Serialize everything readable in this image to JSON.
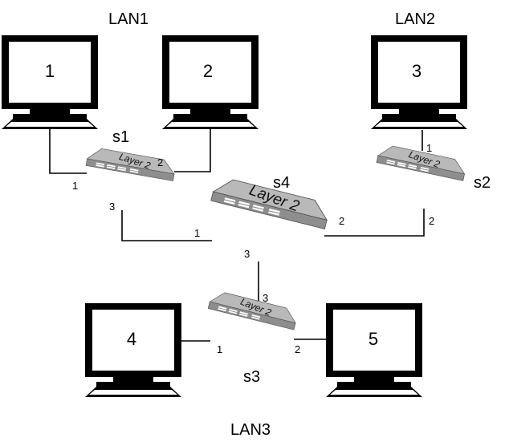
{
  "lans": {
    "lan1": "LAN1",
    "lan2": "LAN2",
    "lan3": "LAN3"
  },
  "hosts": {
    "h1": "1",
    "h2": "2",
    "h3": "3",
    "h4": "4",
    "h5": "5"
  },
  "switches": {
    "s1": {
      "name": "s1",
      "label": "Layer 2"
    },
    "s2": {
      "name": "s2",
      "label": "Layer 2"
    },
    "s3": {
      "name": "s3",
      "label": "Layer 2"
    },
    "s4": {
      "name": "s4",
      "label": "Layer 2"
    }
  },
  "ports": {
    "s1_p1": "1",
    "s1_p2": "2",
    "s1_p3": "3",
    "s2_p1": "1",
    "s2_p2": "2",
    "s3_p1": "1",
    "s3_p2": "2",
    "s3_p3": "3",
    "s4_p1": "1",
    "s4_p2": "2",
    "s4_p3": "3"
  },
  "colors": {
    "switch_top": "#b9b9b9",
    "switch_side": "#8e8e8e",
    "switch_edge": "#555555",
    "monitor": "#000000",
    "screen": "#ffffff"
  }
}
